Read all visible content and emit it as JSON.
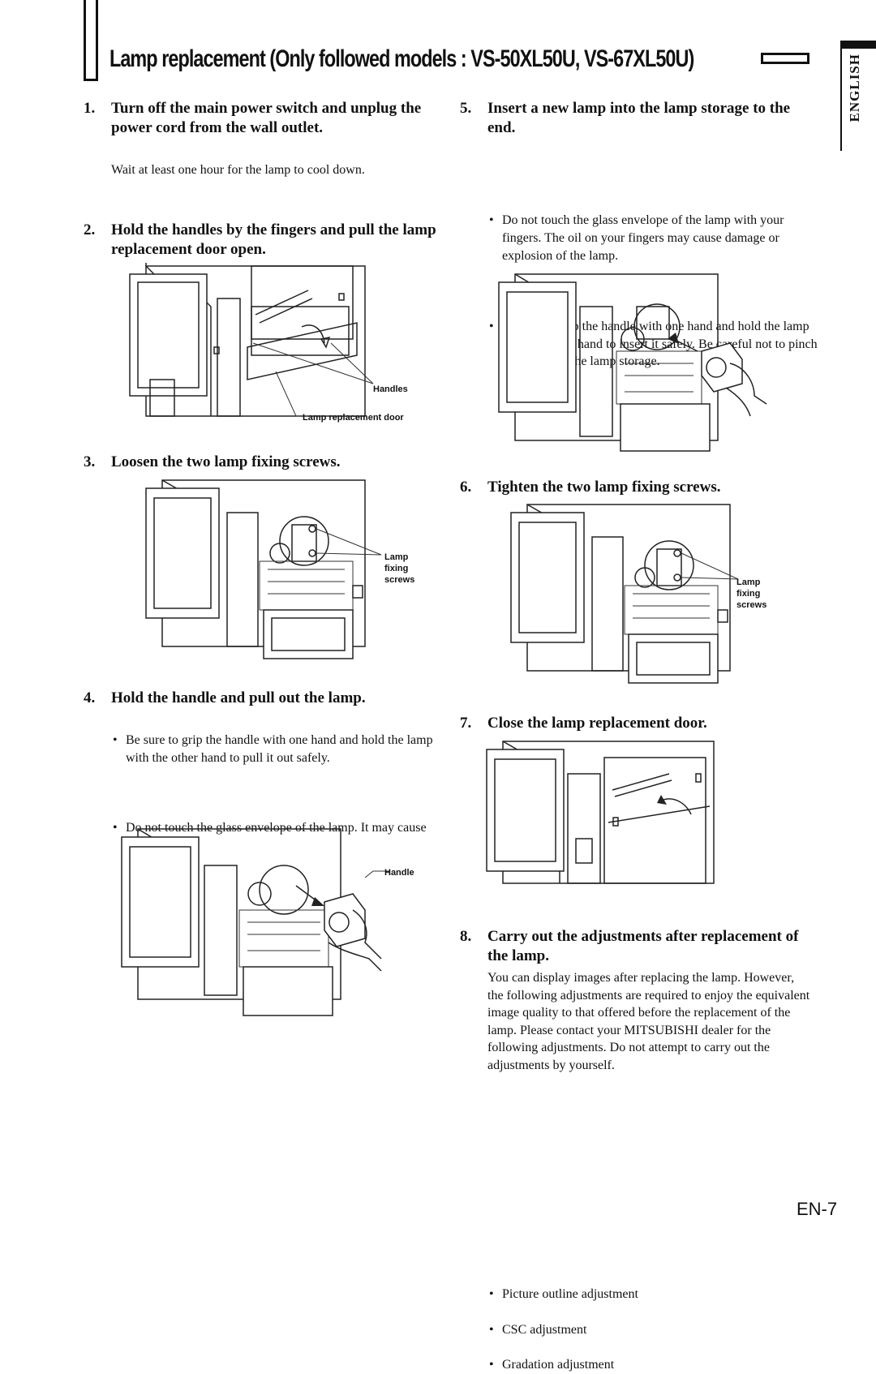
{
  "header": {
    "title": "Lamp replacement (Only followed models : VS-50XL50U, VS-67XL50U)",
    "side_tab": "ENGLISH"
  },
  "steps": {
    "s1": {
      "num": "1.",
      "title": "Turn off the main power switch and unplug the power cord from the wall outlet.",
      "body": "Wait at least one hour for the lamp to cool down."
    },
    "s2": {
      "num": "2.",
      "title": "Hold the handles by the fingers and pull the lamp replacement door open.",
      "label_handles": "Handles",
      "label_door": "Lamp replacement door"
    },
    "s3": {
      "num": "3.",
      "title": "Loosen the two lamp fixing screws.",
      "label_screws": "Lamp fixing screws"
    },
    "s4": {
      "num": "4.",
      "title": "Hold the handle and pull out the lamp.",
      "bullets": [
        "Be sure to grip the handle with one hand and hold the lamp with the other hand to pull it out safely.",
        "Do not touch the glass envelope of the lamp. It may cause burns."
      ],
      "label_handle": "Handle"
    },
    "s5": {
      "num": "5.",
      "title": "Insert a new lamp into the lamp storage to the end.",
      "bullets": [
        "Do not touch the glass envelope of the lamp with your fingers. The oil on your fingers may cause damage or explosion of the lamp.",
        "Be sure to grip the handle with one hand and hold the lamp with the other hand to insert it safely. Be careful not to pinch your hand in the lamp storage."
      ]
    },
    "s6": {
      "num": "6.",
      "title": "Tighten the two lamp fixing screws.",
      "label_screws": "Lamp fixing screws"
    },
    "s7": {
      "num": "7.",
      "title": "Close the lamp replacement door."
    },
    "s8": {
      "num": "8.",
      "title": "Carry out the adjustments after replacement of the lamp.",
      "body": "You can display images after replacing the lamp. However, the following adjustments are required to enjoy the equivalent image quality to that offered before the replacement of the lamp. Please contact your MITSUBISHI dealer for the following adjustments. Do not attempt to carry out the adjustments by yourself.",
      "bullets": [
        "Picture outline adjustment",
        "CSC adjustment",
        "Gradation adjustment"
      ]
    }
  },
  "footer": {
    "page": "EN-7"
  }
}
